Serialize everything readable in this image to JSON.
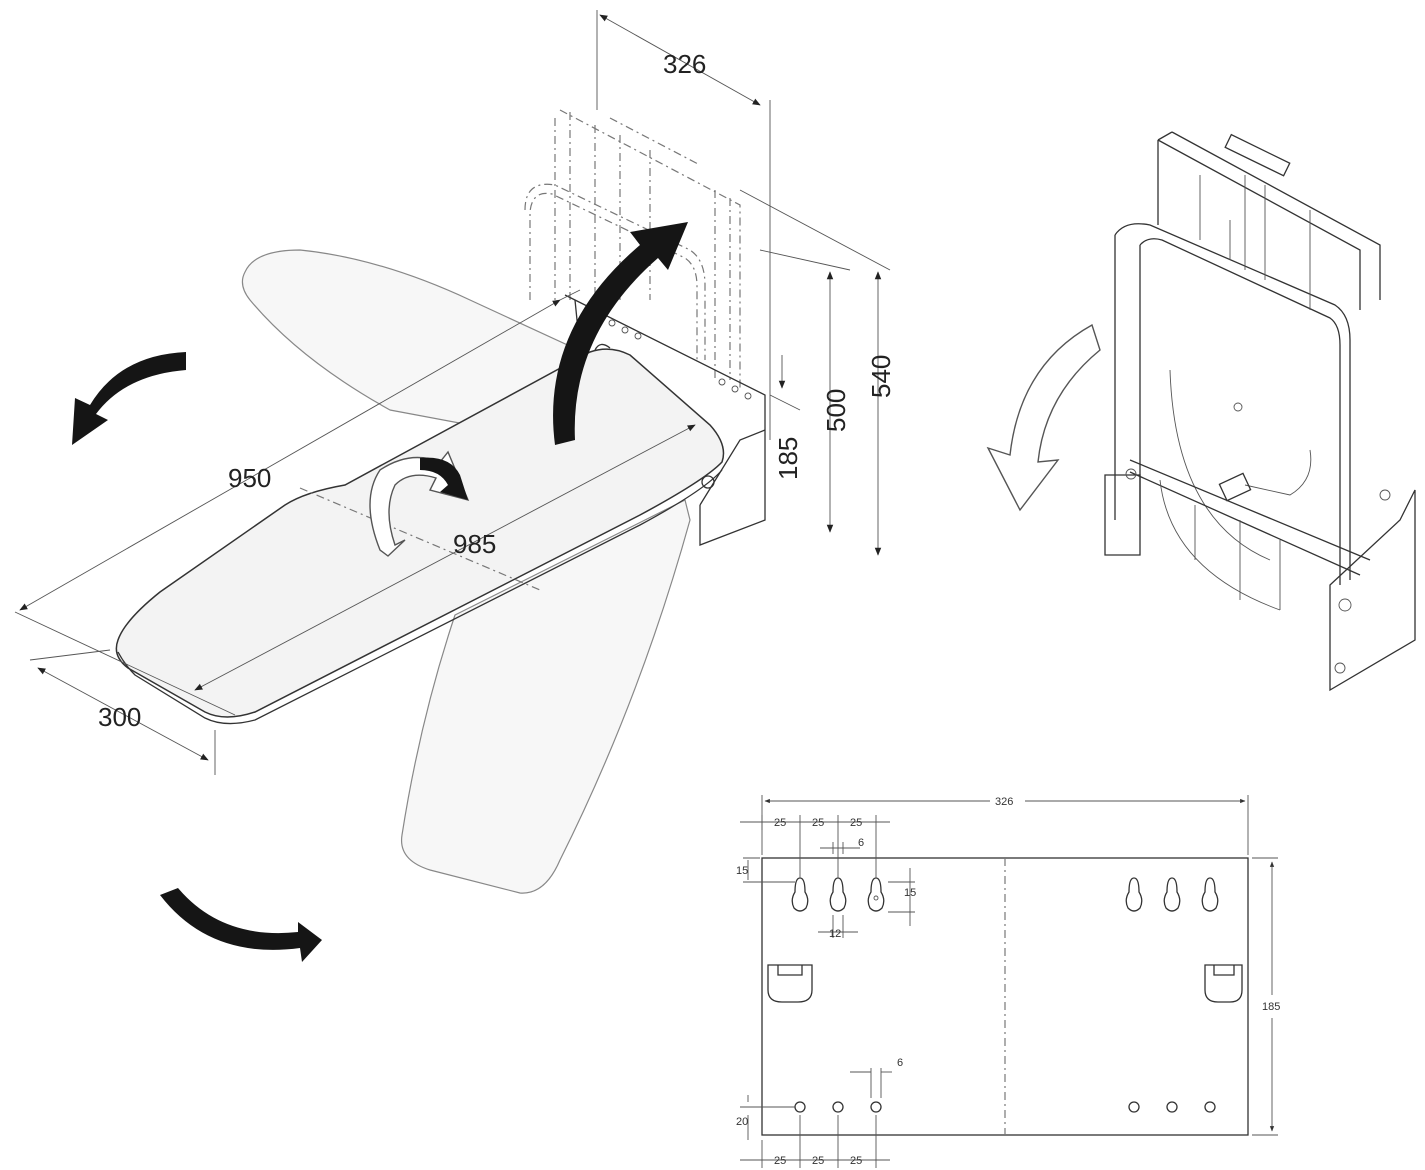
{
  "colors": {
    "line": "#333333",
    "arrow": "#151515",
    "board_fill": "#f3f3f3",
    "background": "#ffffff"
  },
  "main_view": {
    "dimensions": {
      "top_width": "326",
      "board_length": "950",
      "board_width": "300",
      "swing_length": "985",
      "bracket_height_small": "185",
      "bracket_height_mid": "500",
      "bracket_height_total": "540"
    },
    "icons": [
      "fold-up-arrow-icon",
      "rotate-left-arrow-icon",
      "rotate-board-arrow-icon",
      "rotate-right-arrow-icon"
    ]
  },
  "folded_view": {
    "icons": [
      "fold-down-arrow-icon"
    ]
  },
  "plate_drawing": {
    "overall_width": "326",
    "overall_height": "185",
    "top_spacings": [
      "25",
      "25",
      "25"
    ],
    "bottom_spacings": [
      "25",
      "25",
      "25"
    ],
    "slot_width": "6",
    "slot_top_offset": "15",
    "slot_length": "15",
    "slot_head_width": "12",
    "hole_diameter": "6",
    "hole_bottom_offset": "20"
  }
}
